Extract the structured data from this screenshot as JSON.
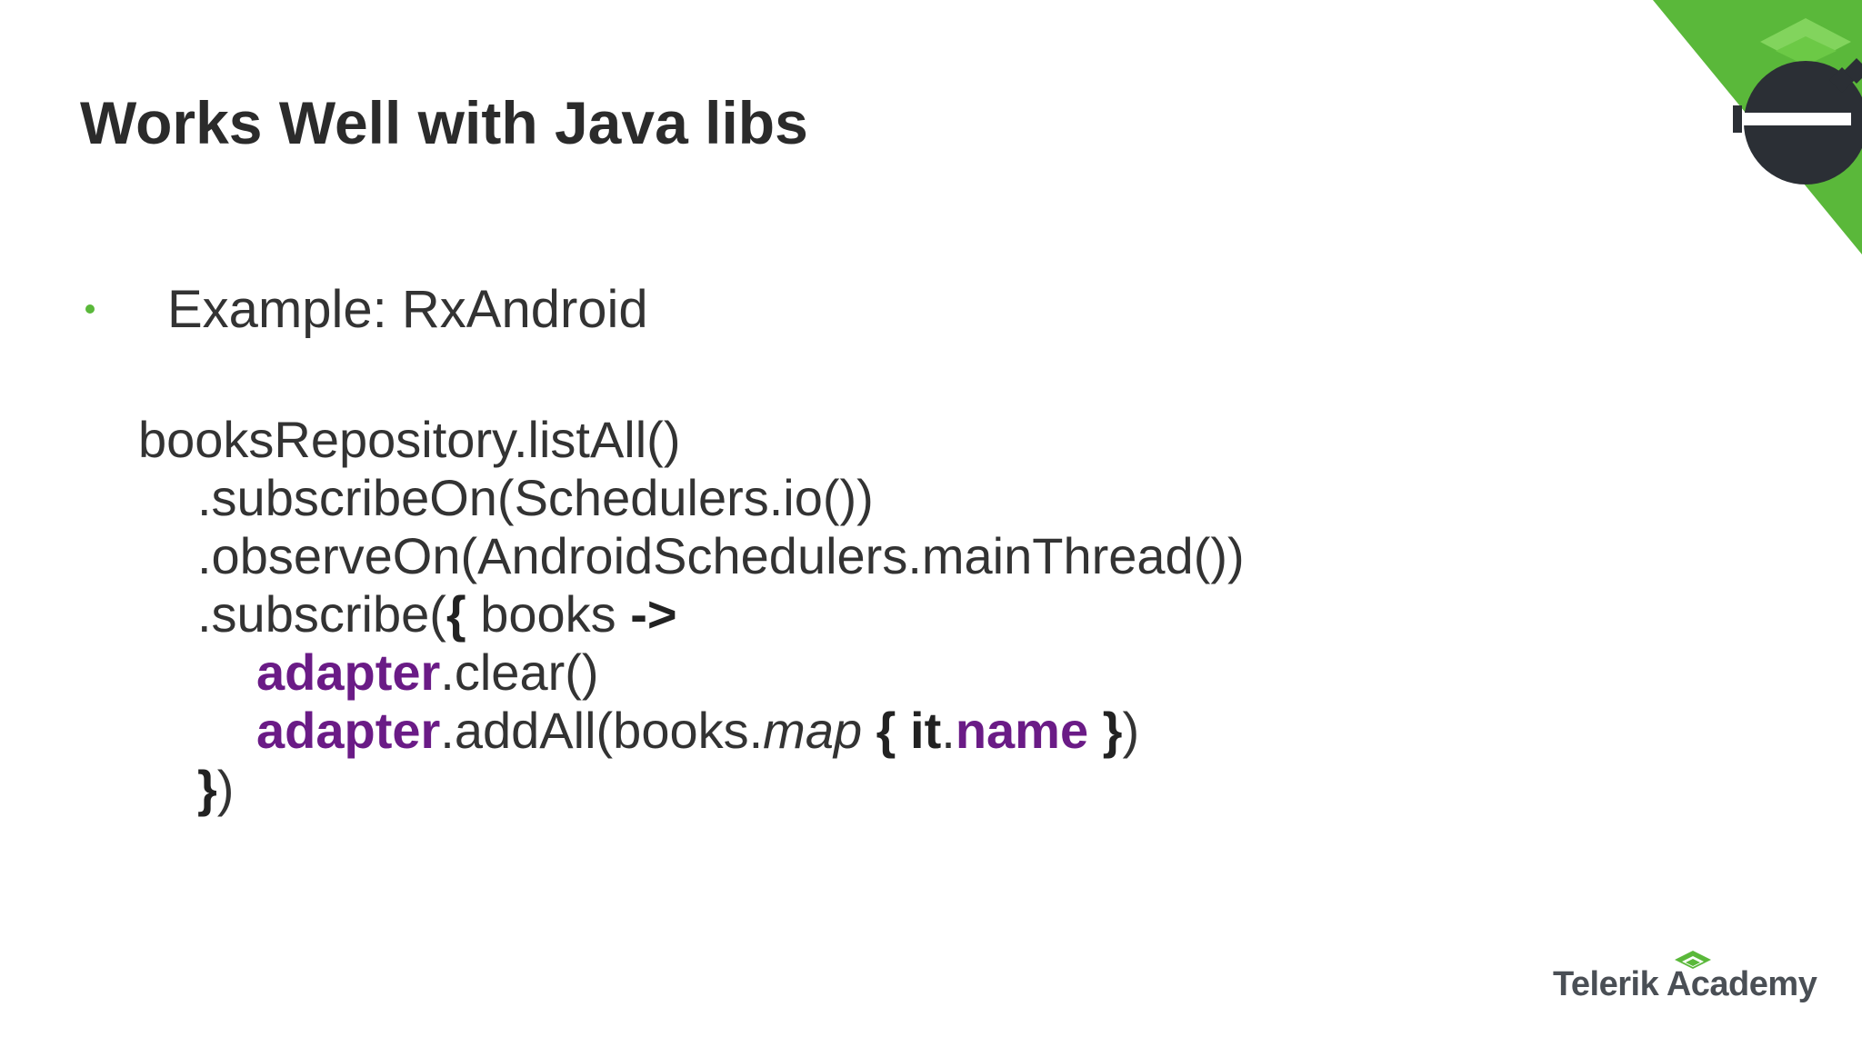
{
  "slide": {
    "title": "Works Well with Java libs",
    "bullet": "Example: RxAndroid",
    "code": {
      "line1": "booksRepository.listAll()",
      "line2": ".subscribeOn(Schedulers.io())",
      "line3": ".observeOn(AndroidSchedulers.mainThread())",
      "line4_prefix": ".subscribe(",
      "line4_brace": "{",
      "line4_param": " books ",
      "line4_arrow": "->",
      "line5_obj": "adapter",
      "line5_call": ".clear()",
      "line6_obj": "adapter",
      "line6_call": ".addAll(books.",
      "line6_map": "map",
      "line6_open": " { ",
      "line6_it": "it",
      "line6_dot": ".",
      "line6_name": "name",
      "line6_close": " }",
      "line6_end": ")",
      "line7_brace": "}",
      "line7_end": ")"
    }
  },
  "branding": {
    "logo_text": "Telerik Academy",
    "corner_icon": "mascot-graduation-cap-icon",
    "logo_icon": "academy-cap-icon"
  },
  "colors": {
    "accent_green": "#5ab83a",
    "keyword_purple": "#6a1b86",
    "text": "#333333"
  }
}
